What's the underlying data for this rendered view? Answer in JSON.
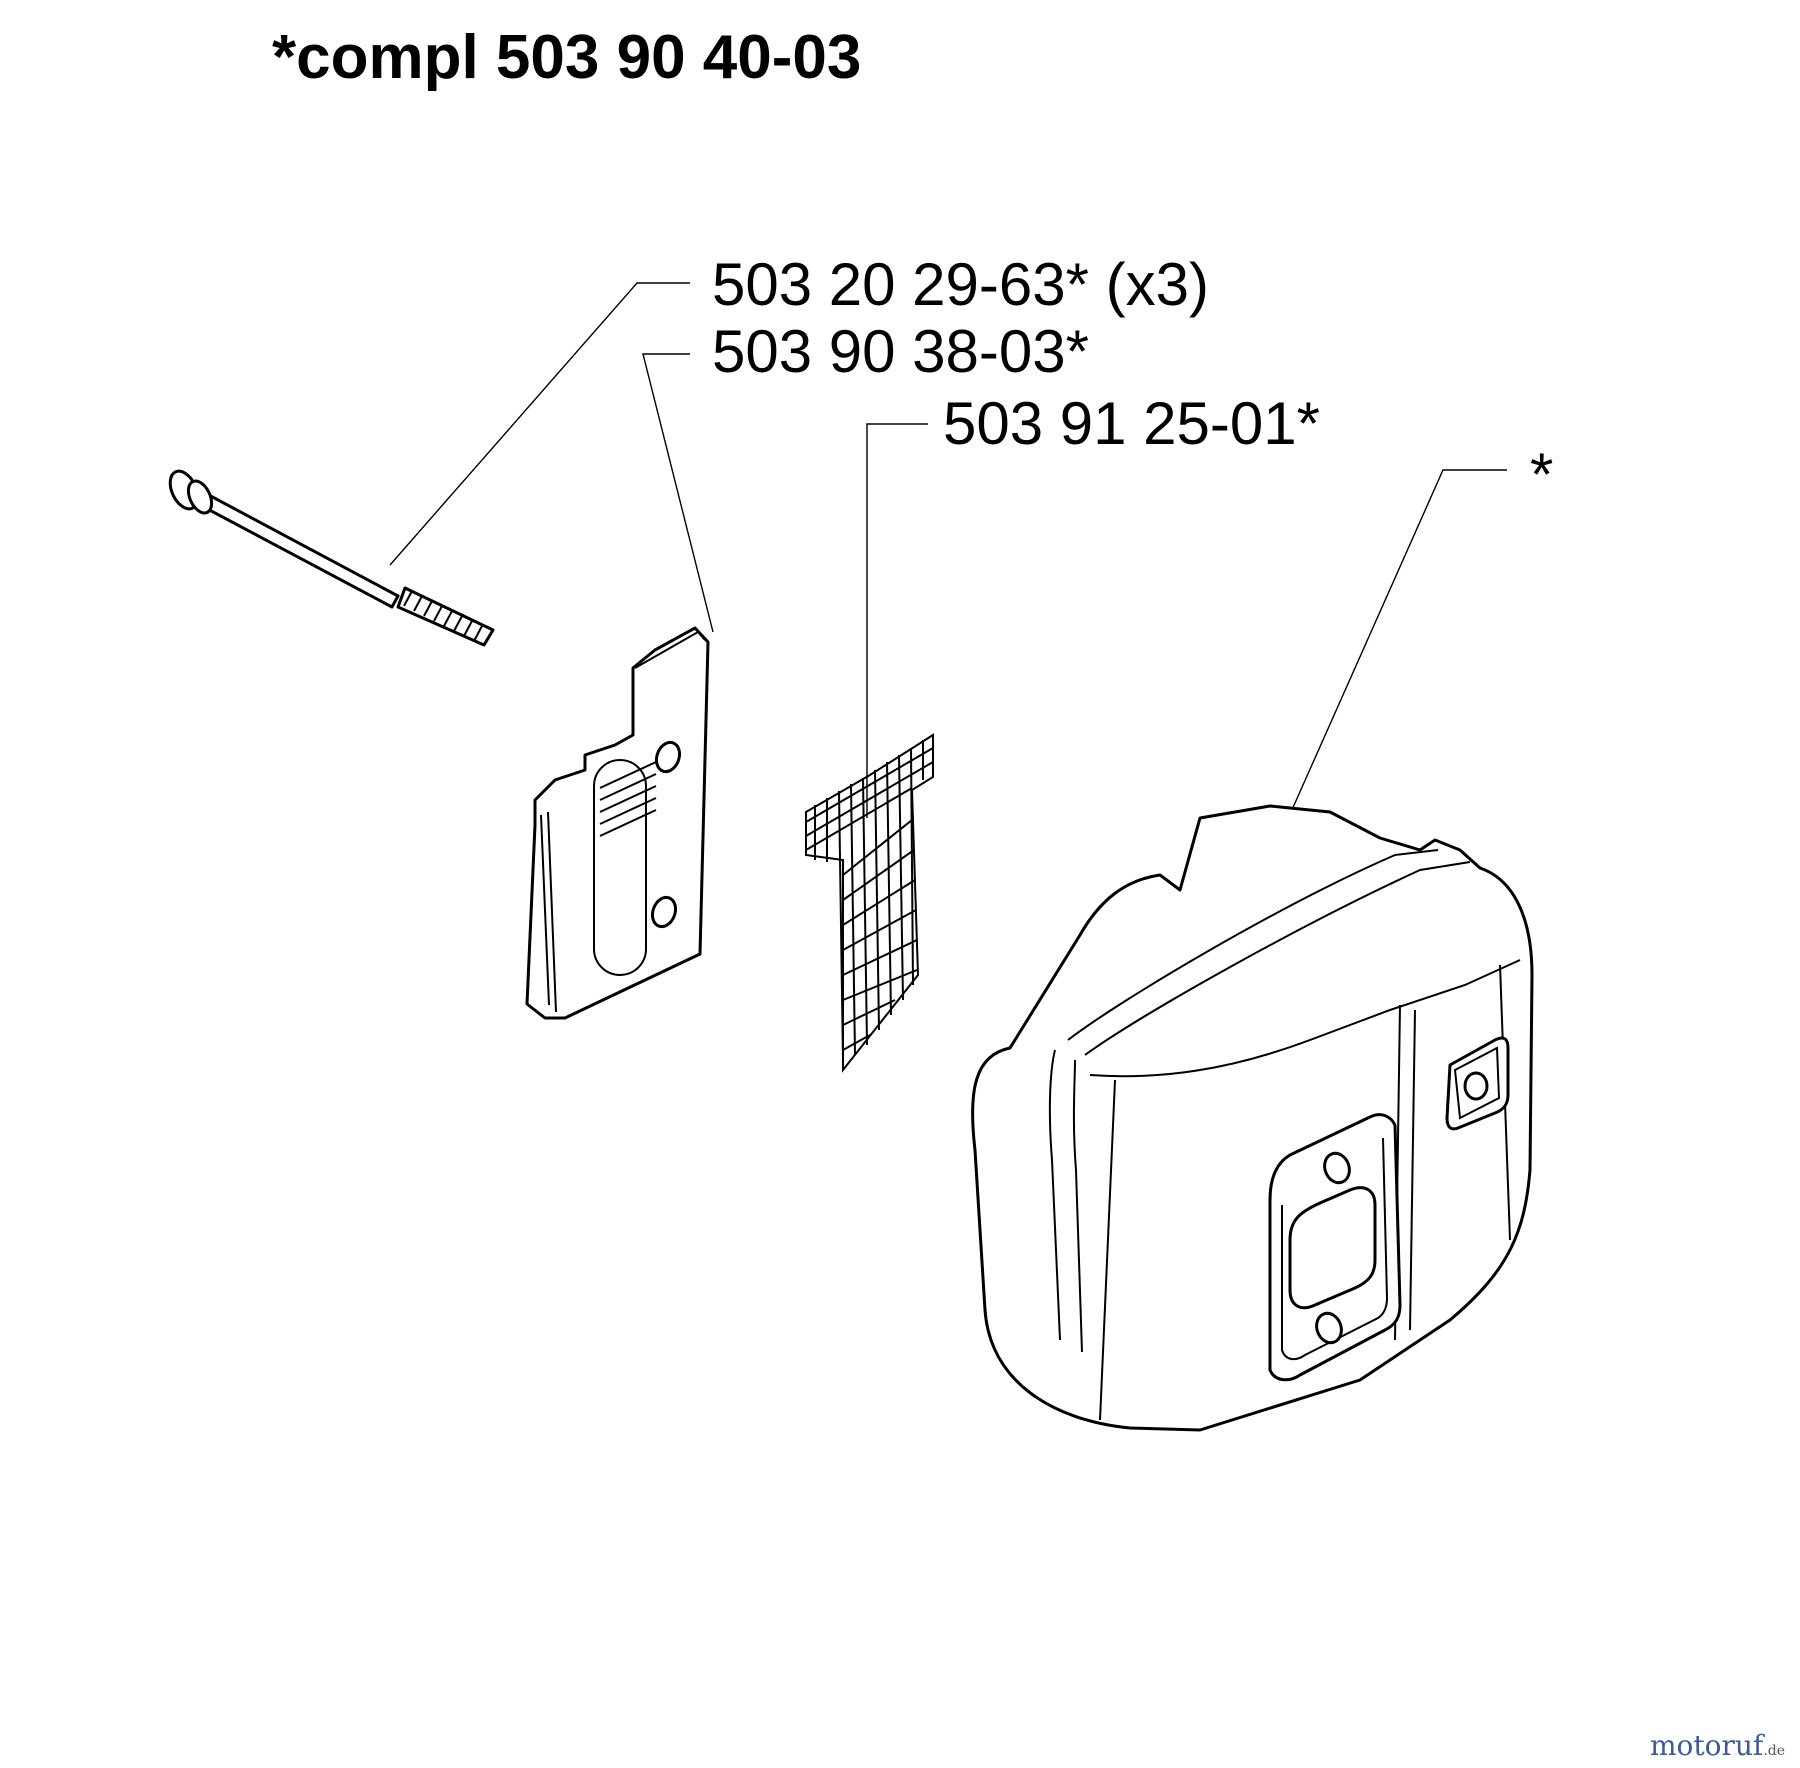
{
  "title": "*compl 503 90 40-03",
  "callouts": [
    {
      "id": "bolt",
      "text": "503 20 29-63* (x3)"
    },
    {
      "id": "plate",
      "text": "503 90 38-03*"
    },
    {
      "id": "screen",
      "text": "503 91 25-01*"
    },
    {
      "id": "muffler",
      "text": "*"
    }
  ],
  "watermark": {
    "main": "motoruf",
    "suffix": ".de"
  }
}
